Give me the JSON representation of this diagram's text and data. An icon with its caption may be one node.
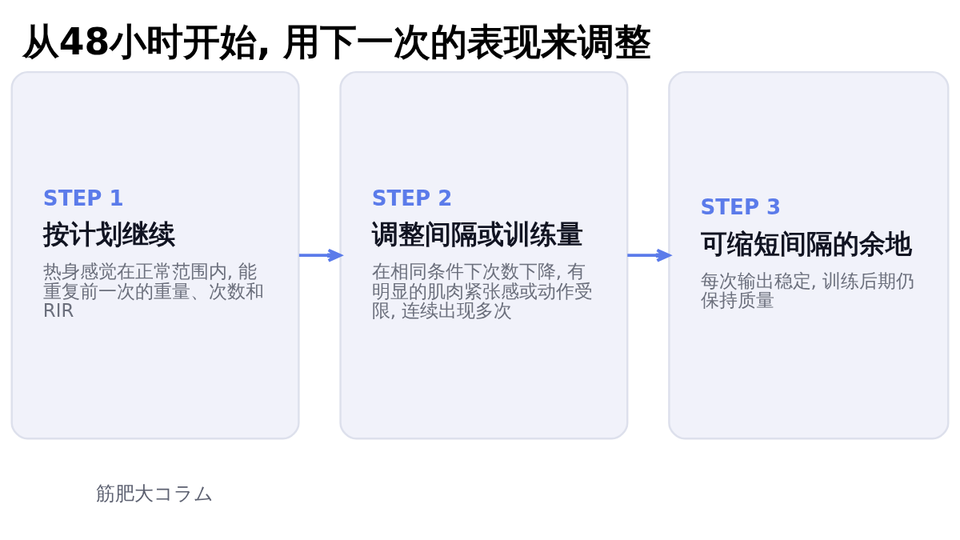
{
  "diagram": {
    "title": "从48小时开始, 用下一次的表现来调整",
    "nodes": [
      {
        "text": [
          "STEP 1",
          "按计划继续",
          "热身感觉在正常范围内, 能重复前一次的重量、次数和RIR"
        ]
      },
      {
        "text": [
          "STEP 2",
          "调整间隔或训练量",
          "在相同条件下次数下降, 有明显的肌肉紧张感或动作受限, 连续出现多次"
        ]
      },
      {
        "text": [
          "STEP 3",
          "可缩短间隔的余地",
          "每次输出稳定, 训练后期仍保持质量"
        ]
      }
    ],
    "edges": [
      {
        "from": 0,
        "to": 1,
        "arrow": "to"
      },
      {
        "from": 1,
        "to": 2,
        "arrow": "to"
      }
    ],
    "labels": [
      "筋肥大コラム"
    ]
  }
}
